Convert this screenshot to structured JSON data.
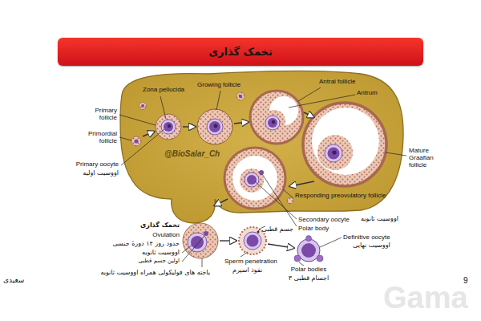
{
  "diagram": {
    "title": "تخمک گذاری",
    "labels": [
      "Zona pellucida",
      "Growing follicle",
      "Antral follicle",
      "Antrum",
      "Primary follicle",
      "Primordial follicle",
      "@BioSalar_Ch",
      "Primary oocyte",
      "اووسیت اولیه",
      "Mature Graafian follicle",
      "Responding preovulatory follicle",
      "Secondary oocyte",
      "اووسیت ثانویه",
      "Polar body",
      "جسم قطبی",
      "Definitive oocyte",
      "اووسیت نهایی",
      "تخمک گذاری",
      "Ovulation",
      "حدود روز ۱۴ دورهٔ جنسی",
      "اووسیت ثانویه",
      "اولین جسم قطبی",
      "یاخته های فولیکولی همراه اووسیت ثانویه",
      "Sperm penetration",
      "نفوذ اسپرم",
      "Polar bodies",
      "اجسام قطبی ۳",
      "سعیدی",
      "9",
      "Gama"
    ]
  }
}
